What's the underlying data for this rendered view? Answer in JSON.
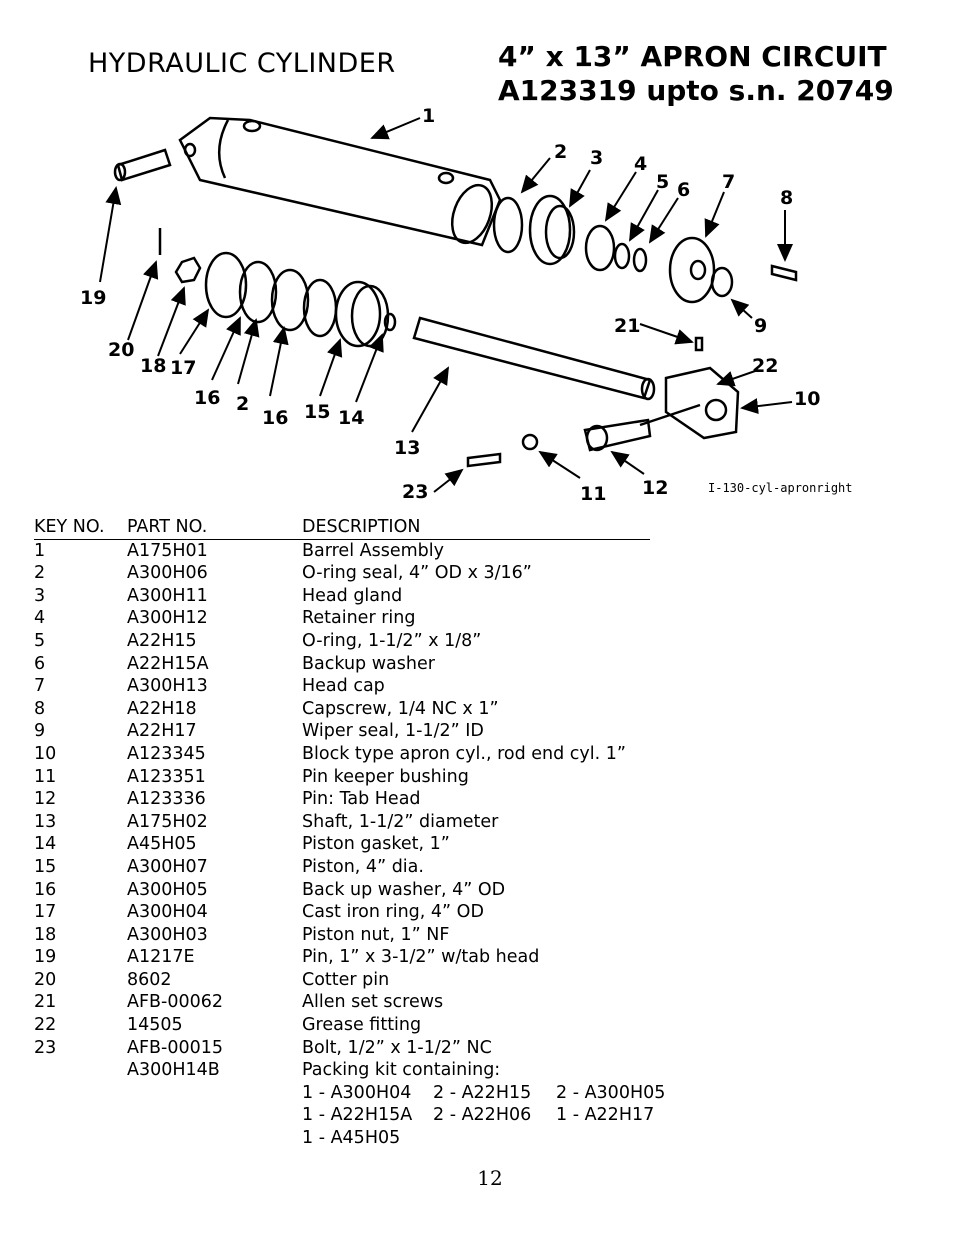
{
  "header": {
    "left_title": "HYDRAULIC CYLINDER",
    "right_title_line1": "4” x 13”  APRON CIRCUIT",
    "right_title_line2": "A123319  upto s.n. 20749"
  },
  "diagram": {
    "figure_ref": "I-130-cyl-apronright",
    "callouts": [
      "1",
      "2",
      "3",
      "4",
      "5",
      "6",
      "7",
      "8",
      "9",
      "10",
      "11",
      "12",
      "13",
      "14",
      "15",
      "16",
      "2",
      "16",
      "17",
      "18",
      "19",
      "20",
      "21",
      "22",
      "23"
    ]
  },
  "table": {
    "headers": {
      "key": "KEY NO.",
      "part": "PART NO.",
      "desc": "DESCRIPTION"
    },
    "rows": [
      {
        "key": "1",
        "part": "A175H01",
        "desc": "Barrel Assembly"
      },
      {
        "key": "2",
        "part": "A300H06",
        "desc": "O-ring seal, 4” OD x 3/16”"
      },
      {
        "key": "3",
        "part": "A300H11",
        "desc": "Head gland"
      },
      {
        "key": "4",
        "part": "A300H12",
        "desc": "Retainer ring"
      },
      {
        "key": "5",
        "part": "A22H15",
        "desc": "O-ring, 1-1/2” x 1/8”"
      },
      {
        "key": "6",
        "part": "A22H15A",
        "desc": "Backup washer"
      },
      {
        "key": "7",
        "part": "A300H13",
        "desc": "Head cap"
      },
      {
        "key": "8",
        "part": "A22H18",
        "desc": "Capscrew, 1/4 NC x 1”"
      },
      {
        "key": "9",
        "part": "A22H17",
        "desc": "Wiper seal, 1-1/2” ID"
      },
      {
        "key": "10",
        "part": "A123345",
        "desc": "Block type apron cyl., rod end cyl. 1”"
      },
      {
        "key": "11",
        "part": "A123351",
        "desc": "Pin keeper bushing"
      },
      {
        "key": "12",
        "part": "A123336",
        "desc": "Pin: Tab Head"
      },
      {
        "key": "13",
        "part": "A175H02",
        "desc": "Shaft, 1-1/2” diameter"
      },
      {
        "key": "14",
        "part": "A45H05",
        "desc": "Piston gasket, 1”"
      },
      {
        "key": "15",
        "part": "A300H07",
        "desc": "Piston, 4” dia."
      },
      {
        "key": "16",
        "part": "A300H05",
        "desc": "Back up washer, 4” OD"
      },
      {
        "key": "17",
        "part": "A300H04",
        "desc": "Cast iron ring, 4” OD"
      },
      {
        "key": "18",
        "part": "A300H03",
        "desc": "Piston nut, 1” NF"
      },
      {
        "key": "19",
        "part": "A1217E",
        "desc": "Pin, 1” x 3-1/2” w/tab head"
      },
      {
        "key": "20",
        "part": "8602",
        "desc": "Cotter pin"
      },
      {
        "key": "21",
        "part": "AFB-00062",
        "desc": "Allen set screws"
      },
      {
        "key": "22",
        "part": "14505",
        "desc": "Grease fitting"
      },
      {
        "key": "23",
        "part": "AFB-00015",
        "desc": "Bolt, 1/2” x 1-1/2” NC"
      },
      {
        "key": "",
        "part": "A300H14B",
        "desc": "Packing kit containing:"
      }
    ],
    "kit_lines": [
      [
        "1 - A300H04",
        "2 - A22H15",
        "2 - A300H05"
      ],
      [
        "1 - A22H15A",
        "2 - A22H06",
        "1 - A22H17"
      ],
      [
        "1 - A45H05"
      ]
    ]
  },
  "footer": {
    "page_number": "12"
  }
}
